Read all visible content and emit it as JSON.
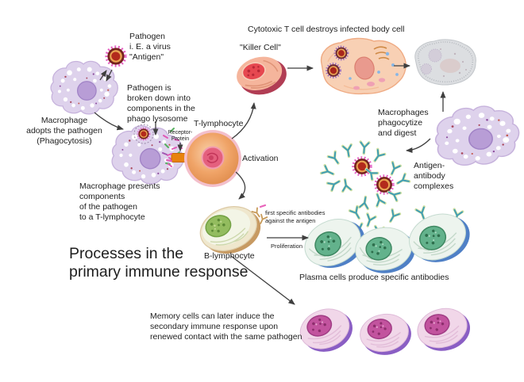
{
  "diagram": {
    "title": "Processes in the\nprimary immune response",
    "labels": {
      "pathogen": "Pathogen\ni. E. a virus\n\"Antigen\"",
      "macrophage_adopts": "Macrophage\nadopts the pathogen\n(Phagocytosis)",
      "pathogen_broken_down": "Pathogen is\nbroken down into\ncomponents in the\nphago lysosome",
      "macrophage_presents": "Macrophage presents\ncomponents\nof the pathogen\nto a T-lymphocyte",
      "t_lymphocyte": "T-lymphocyte",
      "receptor_protein": "Receptor-\nProtein",
      "activation": "Activation",
      "cytotoxic_headline": "Cytotoxic T cell destroys infected body cell",
      "killer_cell": "\"Killer Cell\"",
      "macrophages_phagocytize": "Macrophages\nphagocytize\nand digest",
      "antigen_antibody_complexes": "Antigen-\nantibody\ncomplexes",
      "first_specific_antibodies": "first specific antibodies\nagainst the antigen",
      "b_lymphocyte": "B-lymphocyte",
      "proliferation": "Proliferation",
      "plasma_cells": "Plasma cells produce specific antibodies",
      "memory_cells": "Memory cells can later induce the\nsecondary immune response upon\nrenewed contact with the same pathogen"
    },
    "palette": {
      "background": "#ffffff",
      "text": "#1e1e1e",
      "arrow": "#3f3f3f",
      "macrophage_body": "#ded2ec",
      "macrophage_nucleus": "#b89dd6",
      "virus_spikes": "#e45ec2",
      "virus_capsid": "#e9a452",
      "virus_core": "#b32a1c",
      "t_cell_body": "#f0a468",
      "t_cell_rim": "#f3bfcb",
      "t_cell_nucleus": "#e4607e",
      "receptor": "#e8830e",
      "killer_cell_body": "#f5b59c",
      "killer_cell_rim": "#b13d54",
      "killer_cell_nucleus": "#e64850",
      "infected_cell": "#f8d0b4",
      "destroyed_cell": "#dcdee1",
      "antibody": "#3e9cb6",
      "b_cell_body": "#efe7cd",
      "b_cell_nucleus": "#93bc5f",
      "plasma_cell_rim": "#4f80c6",
      "plasma_cell_nucleus": "#63b28c",
      "memory_cell_rim": "#8a5ec4",
      "memory_cell_nucleus": "#c2539e"
    }
  }
}
